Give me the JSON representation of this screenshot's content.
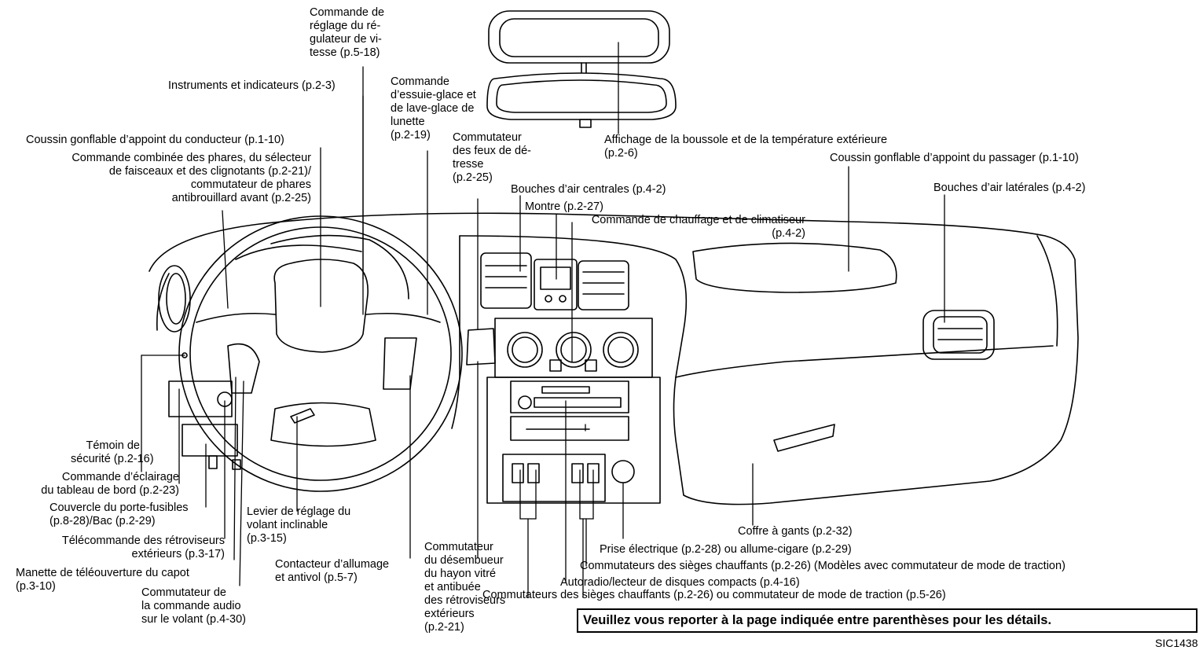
{
  "labels": {
    "cruise": "Commande de\nréglage du ré-\ngulateur de vi-\ntesse (p.5-18)",
    "instruments": "Instruments et indicateurs (p.2-3)",
    "wiper": "Commande\nd’essuie-glace et\nde lave-glace de\nlunette\n(p.2-19)",
    "compass": "Affichage de la boussole et de la température extérieure\n(p.2-6)",
    "driver_airbag": "Coussin gonflable d’appoint du conducteur (p.1-10)",
    "headlight": "Commande combinée des phares, du sélecteur\nde faisceaux et des clignotants (p.2-21)/\ncommutateur de phares\nantibrouillard avant (p.2-25)",
    "hazard": "Commutateur\ndes feux de dé-\ntresse\n(p.2-25)",
    "passenger_airbag": "Coussin gonflable d’appoint du passager (p.1-10)",
    "side_vents": "Bouches d’air latérales (p.4-2)",
    "center_vents": "Bouches d’air centrales (p.4-2)",
    "clock": "Montre (p.2-27)",
    "heater": "Commande de chauffage et de climatiseur\n(p.4-2)",
    "security": "Témoin de\nsécurité (p.2-16)",
    "illumination": "Commande d’éclairage\ndu tableau de bord (p.2-23)",
    "fuse": "Couvercle du porte-fusibles\n(p.8-28)/Bac (p.2-29)",
    "tilt": "Levier de réglage du\nvolant inclinable\n(p.3-15)",
    "mirror_remote": "Télécommande des rétroviseurs\nextérieurs (p.3-17)",
    "hood": "Manette de téléouverture du capot\n(p.3-10)",
    "ignition": "Contacteur d’allumage\net antivol (p.5-7)",
    "audio_steering": "Commutateur de\nla commande audio\nsur le volant (p.4-30)",
    "defogger": "Commutateur\ndu désembueur\ndu hayon vitré\net antibuée\ndes rétroviseurs\nextérieurs\n(p.2-21)",
    "glovebox": "Coffre à gants (p.2-32)",
    "power_outlet": "Prise électrique (p.2-28) ou allume-cigare (p.2-29)",
    "heated_seats_traction": "Commutateurs des sièges chauffants (p.2-26) (Modèles avec commutateur de mode de traction)",
    "radio": "Autoradio/lecteur de disques compacts (p.4-16)",
    "heated_seats_or": "Commutateurs des sièges chauffants (p.2-26) ou commutateur de mode de traction (p.5-26)"
  },
  "note": "Veuillez vous reporter à la page indiquée entre parenthèses pour les détails.",
  "figure_code": "SIC1438"
}
